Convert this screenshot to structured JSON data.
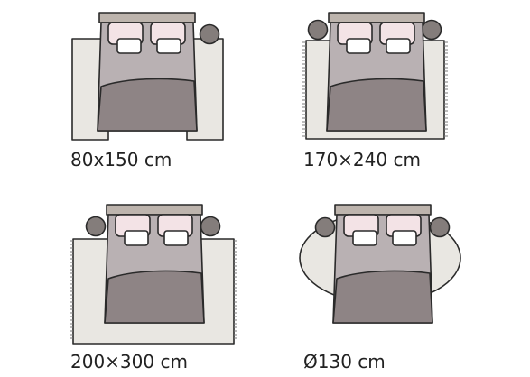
{
  "colors": {
    "rug": "#e9e7e2",
    "outline": "#2a2a2a",
    "headboard": "#bdb4ad",
    "mattress": "#b9b1b3",
    "duvet": "#8e8485",
    "pillow": "#f3e3e6",
    "cushion": "#ffffff",
    "nightstand": "#847d7b"
  },
  "layouts": [
    {
      "id": "small-runners",
      "rug_shape": "runners",
      "fringe": false,
      "caption": "80x150 cm"
    },
    {
      "id": "medium-rug",
      "rug_shape": "rectangle",
      "fringe": true,
      "caption": "170×240 cm"
    },
    {
      "id": "large-rug",
      "rug_shape": "rectangle",
      "fringe": true,
      "caption": "200×300 cm"
    },
    {
      "id": "round-rug",
      "rug_shape": "round",
      "fringe": false,
      "caption": "Ø130 cm"
    }
  ]
}
